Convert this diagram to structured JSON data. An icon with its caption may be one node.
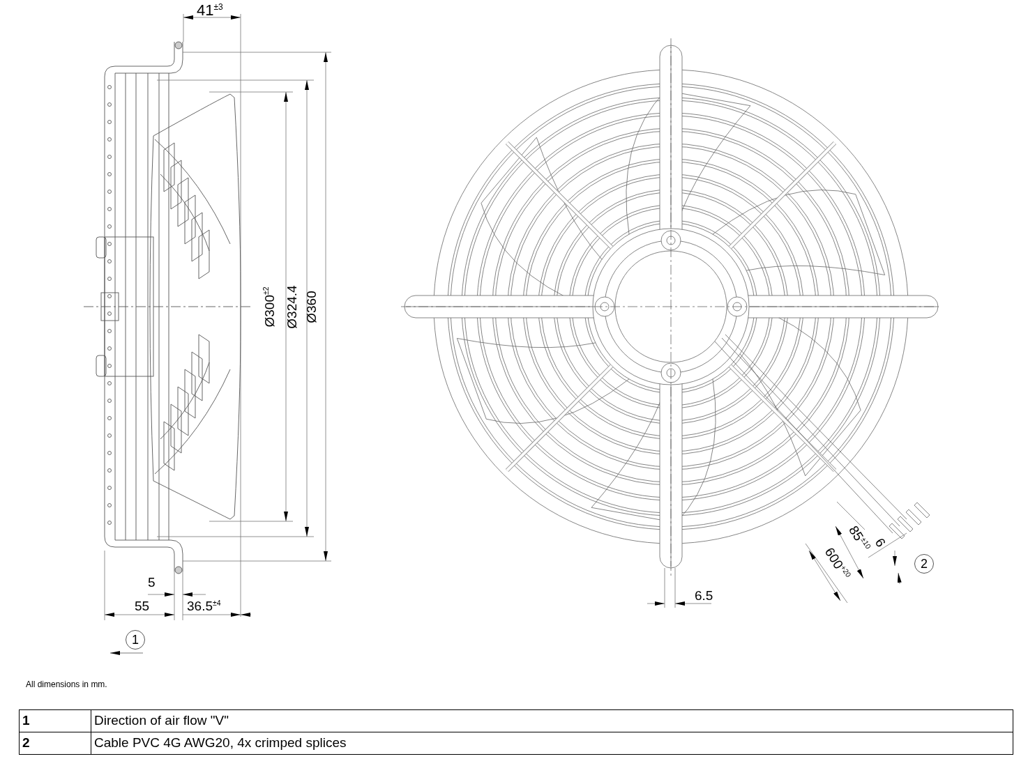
{
  "diagram": {
    "labels": [
      "41$^{±3}$",
      "Ø300$^{±2}$",
      "Ø324.4",
      "Ø360",
      "5",
      "55",
      "36.5$^{±4}$",
      "1",
      "6.5",
      "85$^{±10}$",
      "6",
      "600$^{+20}$",
      "2",
      "All dimensions in mm.",
      "1",
      "Direction of air flow \"V\"",
      "2",
      "Cable PVC 4G AWG20, 4x crimped splices"
    ]
  }
}
